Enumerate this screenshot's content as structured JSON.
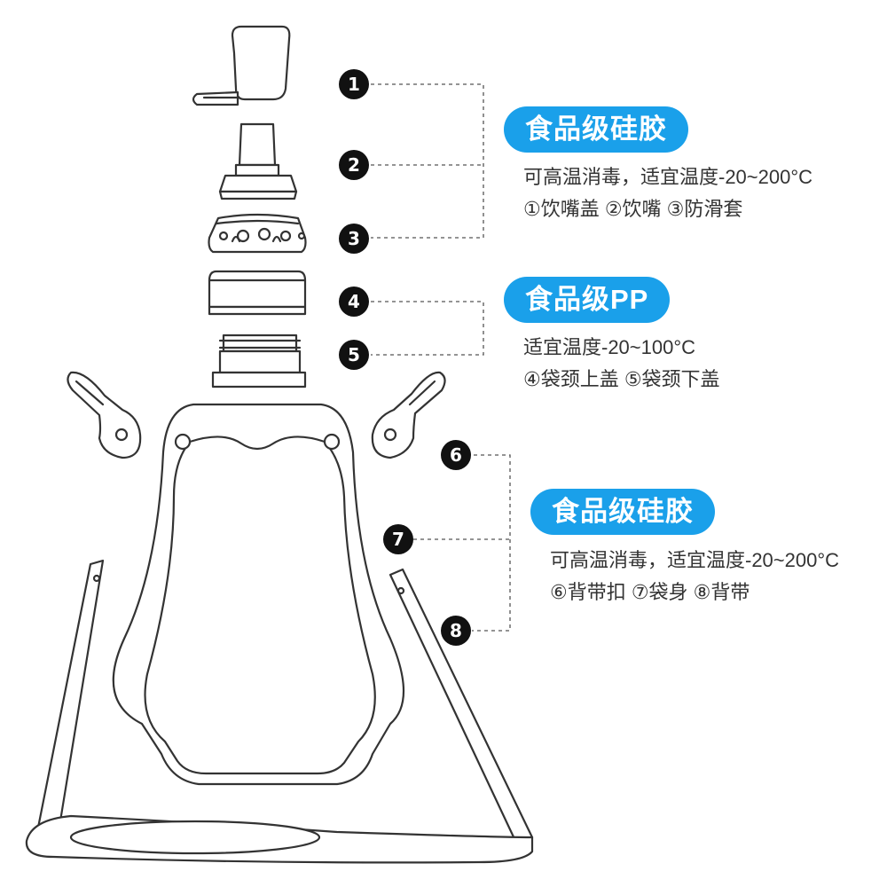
{
  "callouts": [
    {
      "badge": "1"
    },
    {
      "badge": "2"
    },
    {
      "badge": "3"
    },
    {
      "badge": "4"
    },
    {
      "badge": "5"
    },
    {
      "badge": "6"
    },
    {
      "badge": "7"
    },
    {
      "badge": "8"
    }
  ],
  "groups": [
    {
      "material": "食品级硅胶",
      "line1": "可高温消毒，适宜温度-20~200°C",
      "line2": "①饮嘴盖  ②饮嘴  ③防滑套"
    },
    {
      "material": "食品级PP",
      "line1": "适宜温度-20~100°C",
      "line2": "④袋颈上盖  ⑤袋颈下盖"
    },
    {
      "material": "食品级硅胶",
      "line1": "可高温消毒，适宜温度-20~200°C",
      "line2": "⑥背带扣  ⑦袋身  ⑧背带"
    }
  ],
  "colors": {
    "accent": "#1aa0ea",
    "badge": "#111111",
    "outline": "#333333"
  }
}
